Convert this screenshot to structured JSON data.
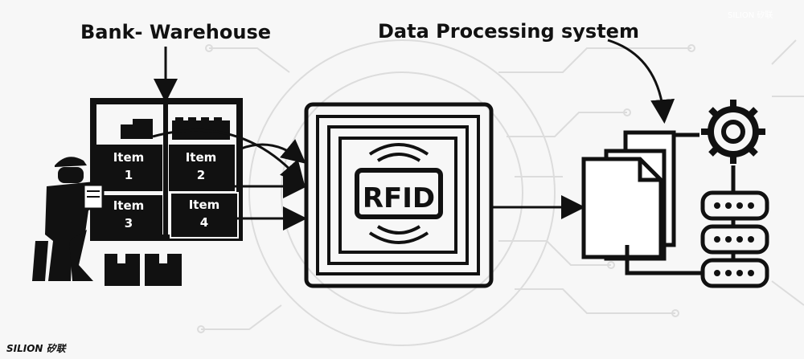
{
  "labels": {
    "warehouse": "Bank- Warehouse",
    "data_processing": "Data Processing system",
    "rfid": "RFID"
  },
  "items": [
    {
      "word": "Item",
      "num": "1"
    },
    {
      "word": "Item",
      "num": "2"
    },
    {
      "word": "Item",
      "num": "3"
    },
    {
      "word": "Item",
      "num": "4"
    }
  ],
  "brand": "SILION 矽联",
  "watermark": "SILION 矽联",
  "colors": {
    "background": "#f7f7f7",
    "ink": "#111111",
    "circuit": "#dcdcdc"
  },
  "icons": [
    "worker-icon",
    "package-icon",
    "rfid-tag-icon",
    "documents-icon",
    "gear-icon",
    "server-icon",
    "arrow-icon"
  ]
}
